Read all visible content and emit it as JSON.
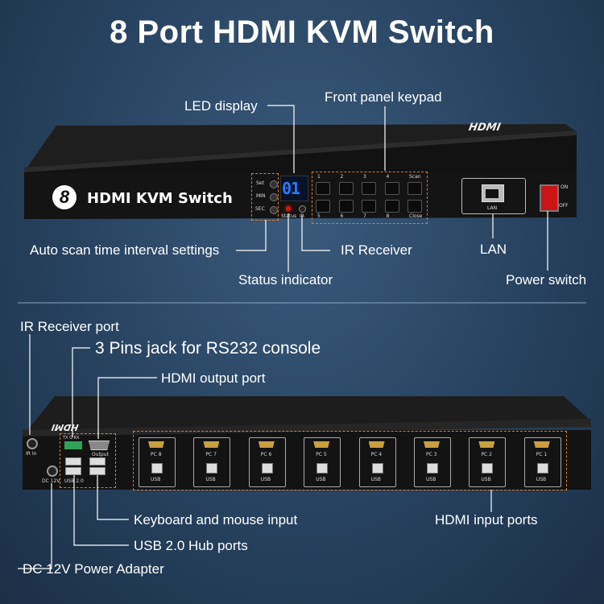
{
  "title": "8 Port HDMI KVM Switch",
  "front": {
    "labels": {
      "led_display": "LED display",
      "keypad": "Front panel keypad",
      "auto_scan": "Auto scan time interval settings",
      "ir_receiver": "IR Receiver",
      "lan": "LAN",
      "status": "Status indicator",
      "power": "Power switch"
    },
    "device_text": {
      "brand_number": "8",
      "brand_name": "HDMI KVM Switch",
      "hdmi_logo": "HDMI",
      "set": "Set",
      "min": "MIN",
      "sec": "SEC",
      "led_value": "01",
      "status": "Status",
      "ir": "IR",
      "keys_top": [
        "1",
        "2",
        "3",
        "4",
        "Scan"
      ],
      "keys_bottom": [
        "5",
        "6",
        "7",
        "8",
        "Close"
      ],
      "lan": "LAN",
      "on": "ON",
      "off": "OFF"
    }
  },
  "rear": {
    "labels": {
      "ir_port": "IR Receiver port",
      "rs232": "3 Pins jack for RS232 console",
      "hdmi_out": "HDMI output port",
      "kb_mouse": "Keyboard and mouse input",
      "usb_hub": "USB 2.0 Hub ports",
      "dc": "DC 12V Power Adapter",
      "hdmi_in": "HDMI input ports"
    },
    "device_text": {
      "hdmi_logo": "HDMI",
      "ir_in": "IR In",
      "dc": "DC 12V",
      "txrx": "TX G RX",
      "output": "Output",
      "usb20": "USB 2.0",
      "pcs": [
        "PC 8",
        "PC 7",
        "PC 6",
        "PC 5",
        "PC 4",
        "PC 3",
        "PC 2",
        "PC 1"
      ],
      "usb": "USB"
    }
  },
  "colors": {
    "background": "#27425f",
    "device": "#151515",
    "callout_line": "#ffffff",
    "dashed_highlight": "#e07a2a",
    "led_digits": "#2a7bff",
    "status_led": "#e01010"
  }
}
